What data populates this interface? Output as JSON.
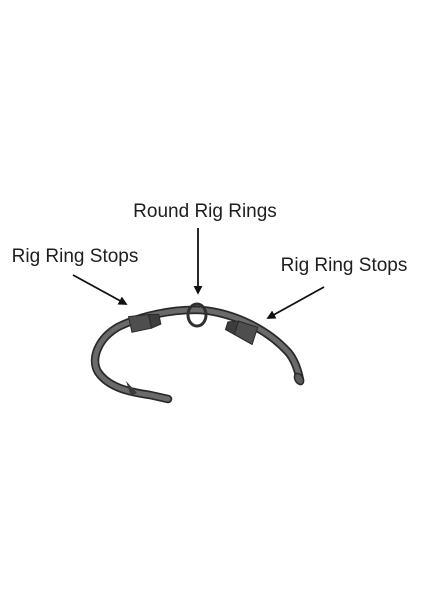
{
  "labels": {
    "top": "Round Rig Rings",
    "left": "Rig Ring Stops",
    "right": "Rig Ring Stops"
  },
  "colors": {
    "hook": "#5b5b5b",
    "hook_outline": "#2a2a2a",
    "stop": "#4e4e4e",
    "ring": "#2f2f2f",
    "arrow": "#111111",
    "text": "#1e1e1e"
  },
  "icons": {
    "hook": "fishing-hook-icon",
    "stop": "rig-stop-icon",
    "ring": "rig-ring-icon",
    "arrow": "arrow-pointer-icon"
  }
}
